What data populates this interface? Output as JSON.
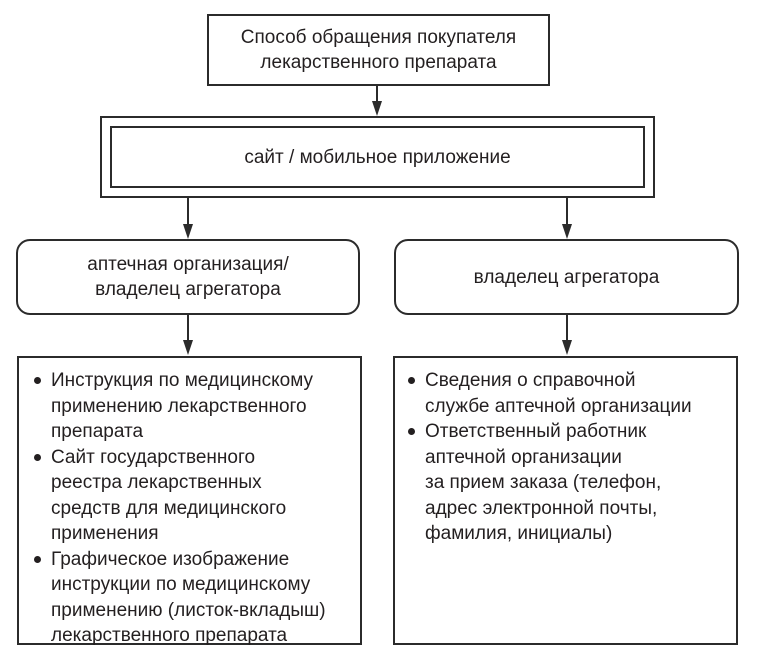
{
  "diagram": {
    "top_box": {
      "lines": [
        "Способ обращения покупателя",
        "лекарственного препарата"
      ]
    },
    "channel_box": {
      "label": "сайт / мобильное приложение"
    },
    "left_branch": {
      "header_lines": [
        "аптечная организация/",
        "владелец агрегатора"
      ],
      "items": [
        {
          "lines": [
            "Инструкция по медицинскому",
            "применению лекарственного",
            "препарата"
          ]
        },
        {
          "lines": [
            "Сайт государственного",
            "реестра лекарственных",
            "средств для медицинского",
            "применения"
          ]
        },
        {
          "lines": [
            "Графическое изображение",
            "инструкции по медицинскому",
            "применению (листок-вкладыш)",
            "лекарственного препарата"
          ]
        }
      ]
    },
    "right_branch": {
      "header_lines": [
        "владелец агрегатора"
      ],
      "items": [
        {
          "lines": [
            "Сведения о справочной",
            "службе аптечной организации"
          ]
        },
        {
          "lines": [
            "Ответственный работник",
            "аптечной организации",
            "за прием заказа (телефон,",
            "адрес электронной почты,",
            "фамилия, инициалы)"
          ]
        }
      ]
    }
  }
}
